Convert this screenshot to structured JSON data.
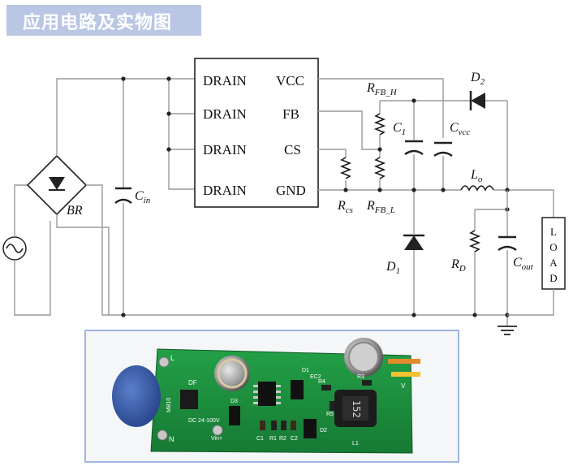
{
  "title": "应用电路及实物图",
  "ic": {
    "pins_left": [
      "DRAIN",
      "DRAIN",
      "DRAIN",
      "DRAIN"
    ],
    "pins_right": [
      "VCC",
      "FB",
      "CS",
      "GND"
    ]
  },
  "labels": {
    "br": "BR",
    "cin": "C",
    "cin_sub": "in",
    "rfbh": "R",
    "rfbh_sub": "FB_H",
    "rfbl": "R",
    "rfbl_sub": "FB_L",
    "rcs": "R",
    "rcs_sub": "cs",
    "c1": "C",
    "c1_sub": "1",
    "cvcc": "C",
    "cvcc_sub": "vcc",
    "d2": "D",
    "d2_sub": "2",
    "lo": "L",
    "lo_sub": "o",
    "d1": "D",
    "d1_sub": "1",
    "rd": "R",
    "rd_sub": "D",
    "cout": "C",
    "cout_sub": "out",
    "load": [
      "L",
      "O",
      "A",
      "D"
    ]
  },
  "board": {
    "silk_L": "L",
    "silk_N": "N",
    "silk_df": "DF",
    "silk_mb": "MB10",
    "silk_dc": "DC 24-100V",
    "silk_d3": "D3",
    "silk_vin": "Vin+",
    "silk_c1": "C1",
    "silk_r1": "R1",
    "silk_r2": "R2",
    "silk_c2": "C2",
    "silk_d1": "D1",
    "silk_d2": "D2",
    "silk_ec2": "EC2",
    "silk_r4": "R4",
    "silk_r3": "R3",
    "silk_r5": "R5",
    "silk_l1": "L1",
    "silk_v": "V",
    "inductor_mark": "152"
  },
  "colors": {
    "title_bg": "#b9c6e4",
    "pcb_green": "#1e8a3c",
    "photo_border": "#9fb6df"
  }
}
